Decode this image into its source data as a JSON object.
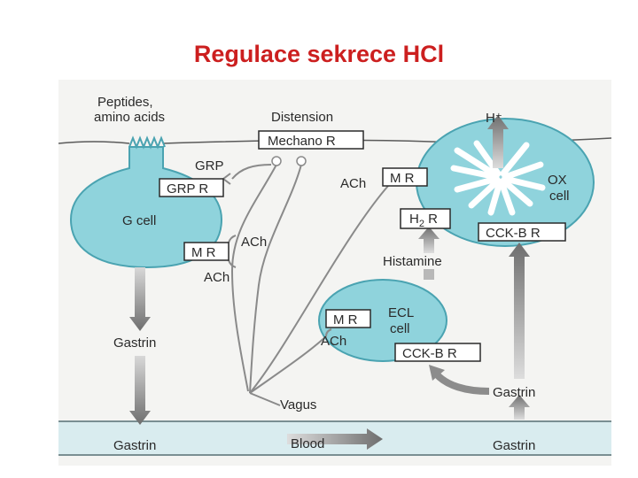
{
  "title": "Regulace sekrece HCl",
  "labels": {
    "peptides_line1": "Peptides,",
    "peptides_line2": "amino acids",
    "distension": "Distension",
    "mechano_r": "Mechano R",
    "grp": "GRP",
    "grp_r": "GRP R",
    "g_cell": "G cell",
    "ach_top": "ACh",
    "mr_top": "M R",
    "ach_mid": "ACh",
    "mr_g": "M R",
    "ach_g": "ACh",
    "h_plus": "H⁺",
    "ox_line1": "OX",
    "ox_line2": "cell",
    "h2r_prefix": "H",
    "h2r_sub": "2",
    "h2r_suffix": " R",
    "cckb_ox": "CCK-B R",
    "histamine": "Histamine",
    "ecl_line1": "ECL",
    "ecl_line2": "cell",
    "mr_ecl": "M R",
    "ach_ecl": "ACh",
    "cckb_ecl": "CCK-B R",
    "gastrin_g": "Gastrin",
    "gastrin_right": "Gastrin",
    "vagus": "Vagus",
    "gastrin_blood_left": "Gastrin",
    "blood": "Blood",
    "gastrin_blood_right": "Gastrin"
  },
  "colors": {
    "title": "#cc1f1f",
    "cell_fill": "#8fd3dc",
    "cell_stroke": "#4aa3b1",
    "box_fill": "#ffffff",
    "box_stroke": "#2a2a2a",
    "arrow": "#8c8c8c",
    "background": "#f4f4f2"
  }
}
